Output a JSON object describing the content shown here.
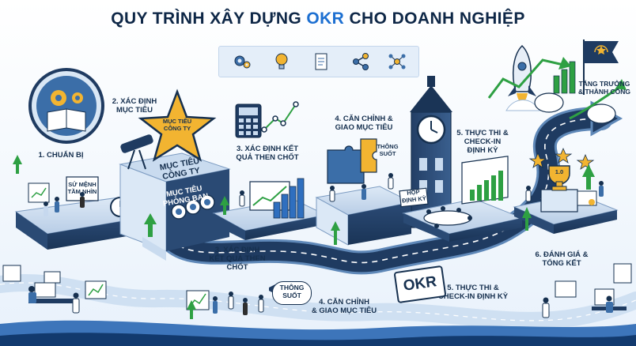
{
  "title": {
    "prefix": "QUY TRÌNH XÂY DỰNG ",
    "highlight": "OKR",
    "suffix": " CHO DOANH NGHIỆP"
  },
  "banner_icons": [
    "gears-icon",
    "lightbulb-icon",
    "document-icon",
    "share-network-icon",
    "network-nodes-icon"
  ],
  "stages": {
    "s1": {
      "label": "1. CHUẨN BỊ"
    },
    "s2": {
      "line1": "2. XÁC ĐỊNH",
      "line2": "MỤC TIÊU"
    },
    "s3": {
      "line1": "3. XÁC ĐỊNH KẾT",
      "line2": "QUẢ THEN CHỐT"
    },
    "s4": {
      "line1": "4. CĂN CHỈNH &",
      "line2": "GIAO MỤC TIÊU"
    },
    "s5": {
      "line1": "5. THỰC THI &",
      "line2": "CHECK-IN",
      "line3": "ĐỊNH KỲ"
    },
    "s6": {
      "line1": "TĂNG TRƯỞNG",
      "line2": "& THÀNH CÔNG"
    }
  },
  "road_labels": {
    "r3": {
      "line1": "3. XÁC ĐỊNH",
      "line2": "KẾT QUẢ THEN",
      "line3": "CHỐT"
    },
    "r4": {
      "line1": "4. CĂN CHỈNH",
      "line2": "& GIAO MỤC TIÊU"
    },
    "r5": {
      "line1": "5. THỰC THI &",
      "line2": "CHECK-IN ĐỊNH KỲ"
    },
    "r6": {
      "line1": "6. ĐÁNH GIÁ &",
      "line2": "TỔNG KẾT"
    }
  },
  "inner_labels": {
    "su_menh": {
      "line1": "SỨ MỆNH",
      "line2": "TẦM NHÌN"
    },
    "star": {
      "line1": "MỤC TIÊU",
      "line2": "CÔNG TY"
    },
    "block_front": {
      "line1": "MỤC TIÊU",
      "line2": "CÔNG TY"
    },
    "block_lower": {
      "line1": "MỤC TIÊU",
      "line2": "PHÒNG BAN"
    },
    "thong_suot_top": {
      "line1": "THÔNG",
      "line2": "SUỐT"
    },
    "hop_dinh_ky": {
      "line1": "HỌP",
      "line2": "ĐỊNH KỲ"
    },
    "trophy": "1.0"
  },
  "bubbles": {
    "thong_suot_bottom": {
      "line1": "THÔNG",
      "line2": "SUỐT"
    }
  },
  "okr_card": "OKR",
  "colors": {
    "navy": "#16304f",
    "accent": "#1c6fd1",
    "road": "#1f3b61",
    "road_edge": "#5f88b8",
    "growth_green": "#2ea043",
    "star_gold": "#f2b431"
  }
}
